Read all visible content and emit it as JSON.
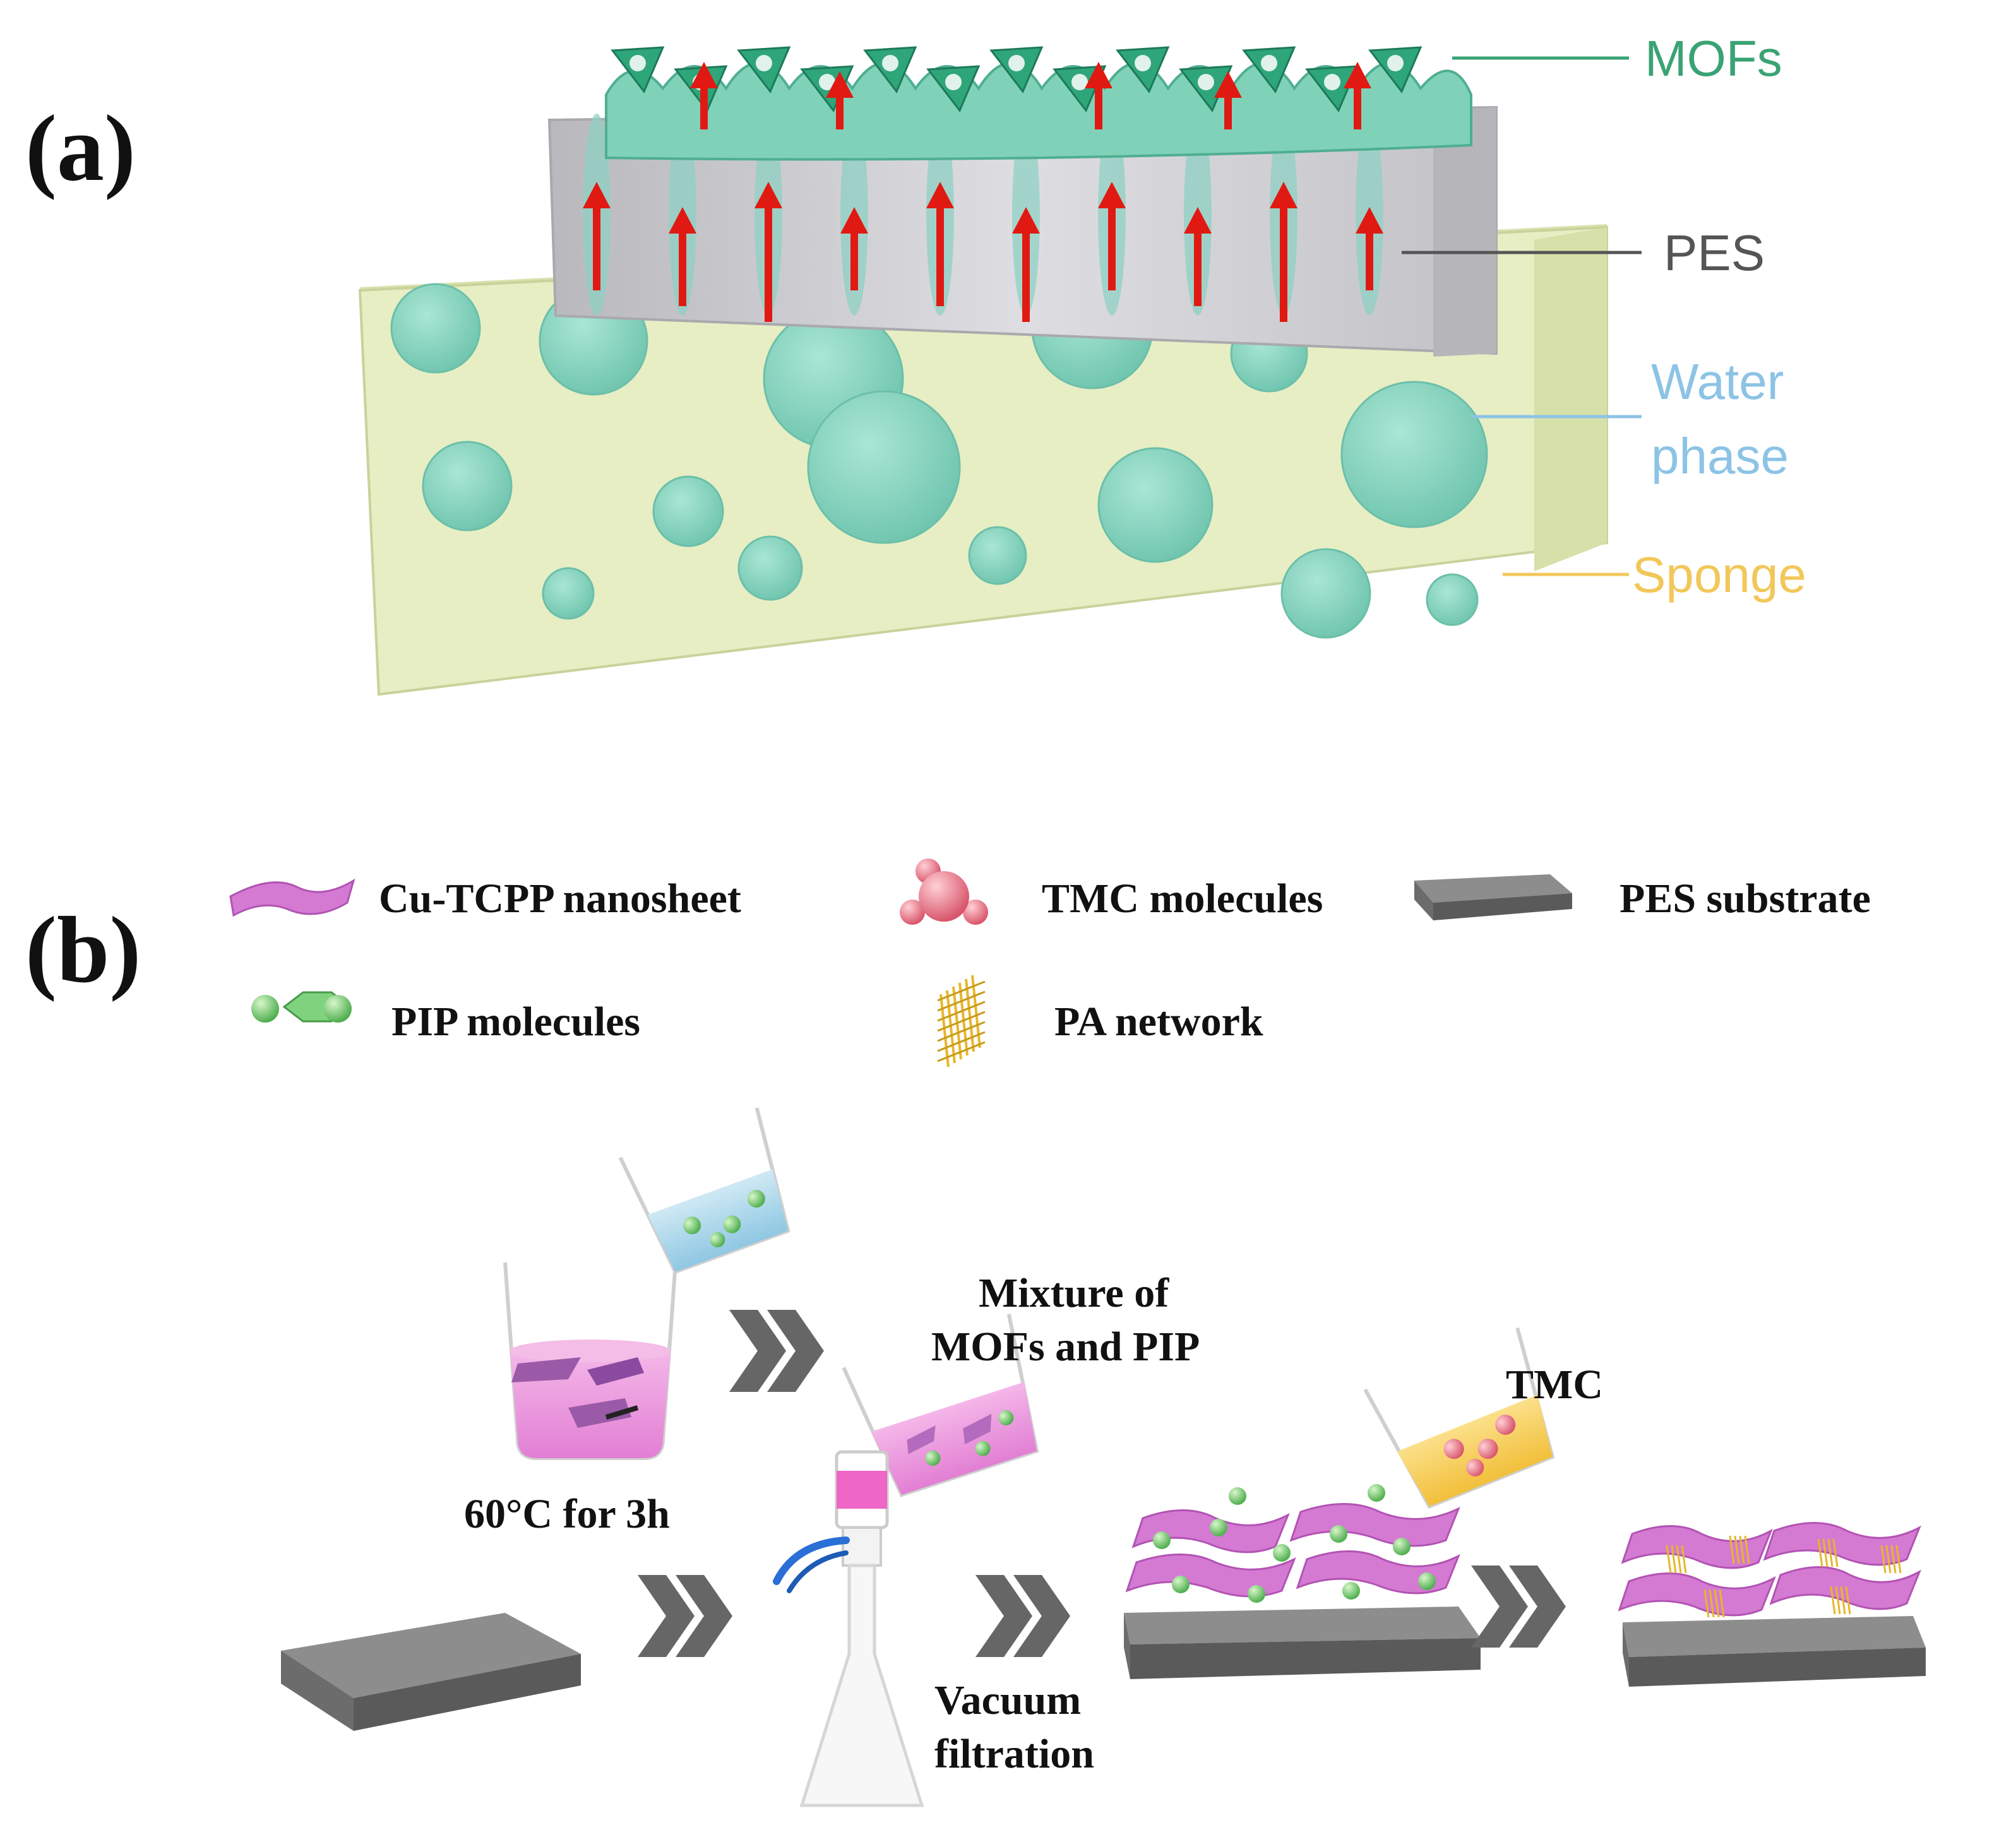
{
  "panel_a": {
    "label": "(a)",
    "callouts": {
      "mofs": {
        "text": "MOFs",
        "color": "#3aa374"
      },
      "pes": {
        "text": "PES",
        "color": "#555555"
      },
      "water1": {
        "text": "Water",
        "color": "#8cc3e6"
      },
      "water2": {
        "text": "phase",
        "color": "#8cc3e6"
      },
      "sponge": {
        "text": "Sponge",
        "color": "#f2c75a"
      }
    },
    "colors": {
      "sponge_fill": "#e7eec4",
      "pore_fill": "#8fd8c4",
      "pes_fill": "#c9c9cc",
      "mof_fill": "#5fc7a6",
      "arrow": "#e01a12"
    }
  },
  "panel_b": {
    "label": "(b)",
    "legend": {
      "cu_tcpp": "Cu-TCPP nanosheet",
      "tmc_molecules": "TMC molecules",
      "pes_substrate": "PES substrate",
      "pip_molecules": "PIP molecules",
      "pa_network": "PA network"
    },
    "steps": {
      "heat_line": "60°C for 3h",
      "mixture_line1": "Mixture of",
      "mixture_line2": "MOFs and PIP",
      "vacuum_line1": "Vacuum",
      "vacuum_line2": "filtration",
      "tmc_label": "TMC"
    },
    "colors": {
      "nanosheet": "#d47ad3",
      "pip": "#7fd37f",
      "tmc": "#e77f8f",
      "substrate_top": "#8d8d8d",
      "substrate_side": "#5a5a5a",
      "chevron": "#666666",
      "pa_network": "#e8b62a"
    }
  }
}
